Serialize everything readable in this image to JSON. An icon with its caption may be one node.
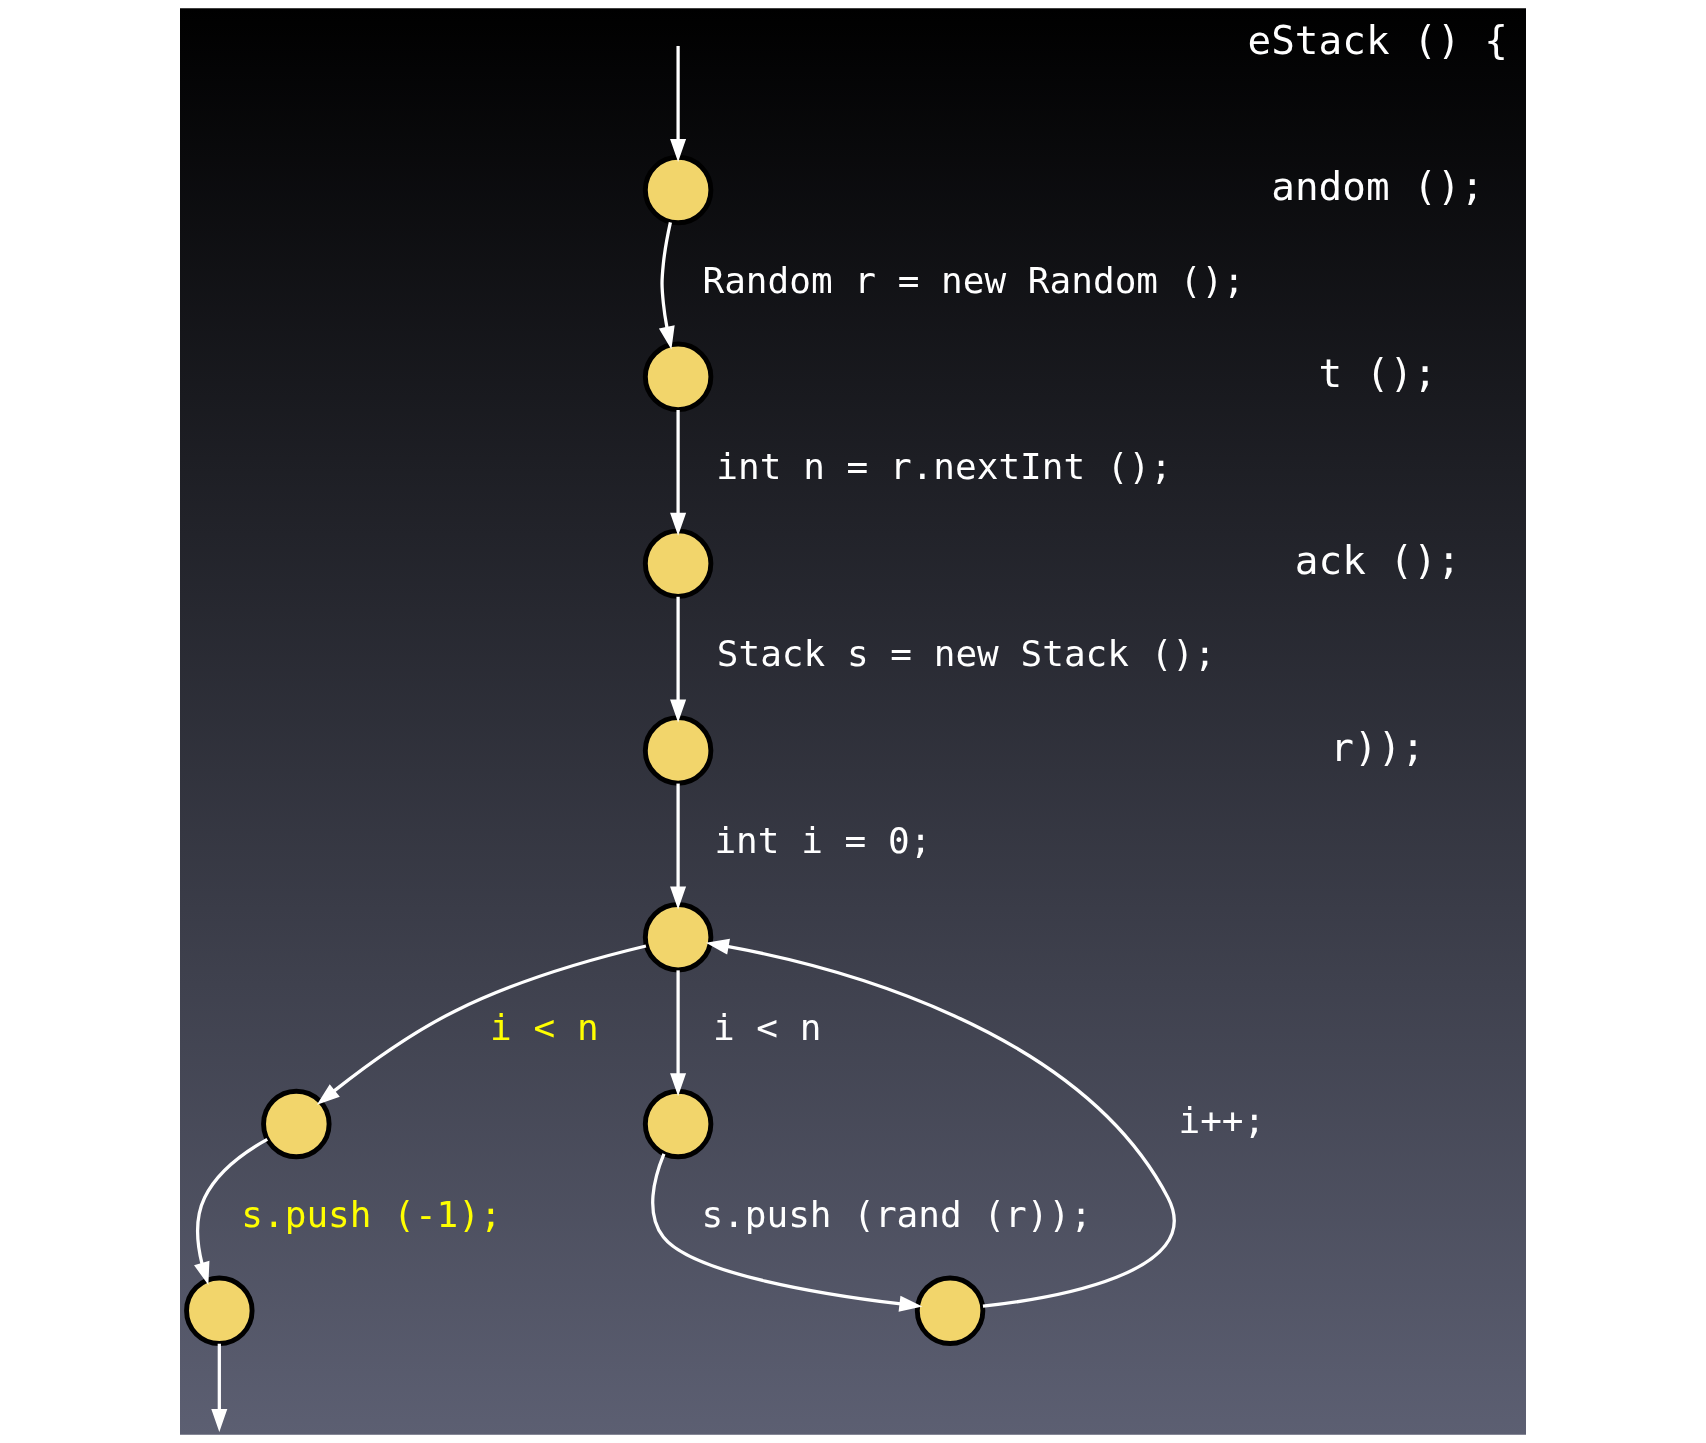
{
  "diagram": {
    "nodes": [
      {
        "text": [],
        "shape": "circle"
      },
      {
        "text": [],
        "shape": "circle"
      },
      {
        "text": [],
        "shape": "circle"
      },
      {
        "text": [],
        "shape": "circle"
      },
      {
        "text": [],
        "shape": "circle"
      },
      {
        "text": [],
        "shape": "circle"
      },
      {
        "text": [],
        "shape": "circle"
      },
      {
        "text": [],
        "shape": "circle"
      },
      {
        "text": [],
        "shape": "circle"
      }
    ],
    "edges": [
      {
        "from": null,
        "to": 0,
        "arrow": "to"
      },
      {
        "from": 0,
        "to": 1,
        "arrow": "to",
        "label": "Random r = new Random ();"
      },
      {
        "from": 1,
        "to": 2,
        "arrow": "to",
        "label": "int n = r.nextInt ();"
      },
      {
        "from": 2,
        "to": 3,
        "arrow": "to",
        "label": "Stack s = new Stack ();"
      },
      {
        "from": 3,
        "to": 4,
        "arrow": "to",
        "label": "int i = 0;"
      },
      {
        "from": 4,
        "to": 5,
        "arrow": "to",
        "label": "i < n"
      },
      {
        "from": 4,
        "to": 7,
        "arrow": "to",
        "label": "i < n"
      },
      {
        "from": 5,
        "to": 6,
        "arrow": "to",
        "label": "s.push (-1);"
      },
      {
        "from": 7,
        "to": 8,
        "arrow": "to",
        "label": "s.push (rand (r));"
      },
      {
        "from": 8,
        "to": 4,
        "arrow": "to",
        "label": "i++;"
      },
      {
        "from": 6,
        "to": null,
        "arrow": "to"
      }
    ],
    "labels": [
      "eStack () {",
      "andom ();",
      "t ();",
      "ack ();",
      "r));"
    ]
  }
}
